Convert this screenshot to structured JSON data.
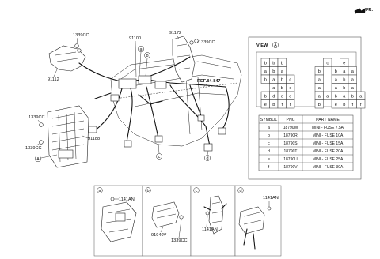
{
  "corner_label": "FR.",
  "callouts": {
    "c1339_top_left": "1339CC",
    "c91112": "91112",
    "c91100": "91100",
    "c91172": "91172",
    "c1339_top_right": "1339CC",
    "c1339_mid_left": "1339CC",
    "c1339_low_left": "1339CC",
    "c91188": "91188",
    "ref": "REF.84-847",
    "circle_a": "A"
  },
  "view": {
    "title": "VIEW",
    "marker": "A",
    "left_rows": [
      [
        "b",
        "b",
        "b"
      ],
      [
        "a",
        "b",
        "a"
      ],
      [
        "b",
        "a",
        "b",
        "c"
      ],
      [
        "",
        "a",
        "b",
        "c"
      ],
      [
        "b",
        "d",
        "e",
        "e"
      ],
      [
        "e",
        "b",
        "f",
        "f"
      ]
    ],
    "right_rows": [
      [
        "",
        "c",
        "",
        "e"
      ],
      [
        "b",
        "",
        "b",
        "a",
        "a"
      ],
      [
        "a",
        "",
        "a",
        "b",
        "a"
      ],
      [
        "a",
        "",
        "a",
        "b",
        "a"
      ],
      [
        "a",
        "a",
        "b",
        "a",
        "b",
        "a"
      ],
      [
        "b",
        "",
        "e",
        "b",
        "f",
        "f"
      ]
    ]
  },
  "table": {
    "headers": [
      "SYMBOL",
      "PNC",
      "PART NAME"
    ],
    "rows": [
      [
        "a",
        "18790W",
        "MINI - FUSE 7.5A"
      ],
      [
        "b",
        "18790R",
        "MINI - FUSE 10A"
      ],
      [
        "c",
        "18790S",
        "MINI - FUSE 15A"
      ],
      [
        "d",
        "18790T",
        "MINI - FUSE 20A"
      ],
      [
        "e",
        "18790U",
        "MINI - FUSE 25A"
      ],
      [
        "f",
        "18790V",
        "MINI - FUSE 30A"
      ]
    ]
  },
  "detail_panels": {
    "a": {
      "marker": "a",
      "labels": [
        "1141AN"
      ]
    },
    "b": {
      "marker": "b",
      "labels": [
        "91940V",
        "1339CC"
      ]
    },
    "c": {
      "marker": "c",
      "labels": [
        "1141AN"
      ]
    },
    "d": {
      "marker": "d",
      "labels": [
        "1141AN"
      ]
    }
  },
  "main_markers": [
    "a",
    "b",
    "c",
    "d"
  ]
}
